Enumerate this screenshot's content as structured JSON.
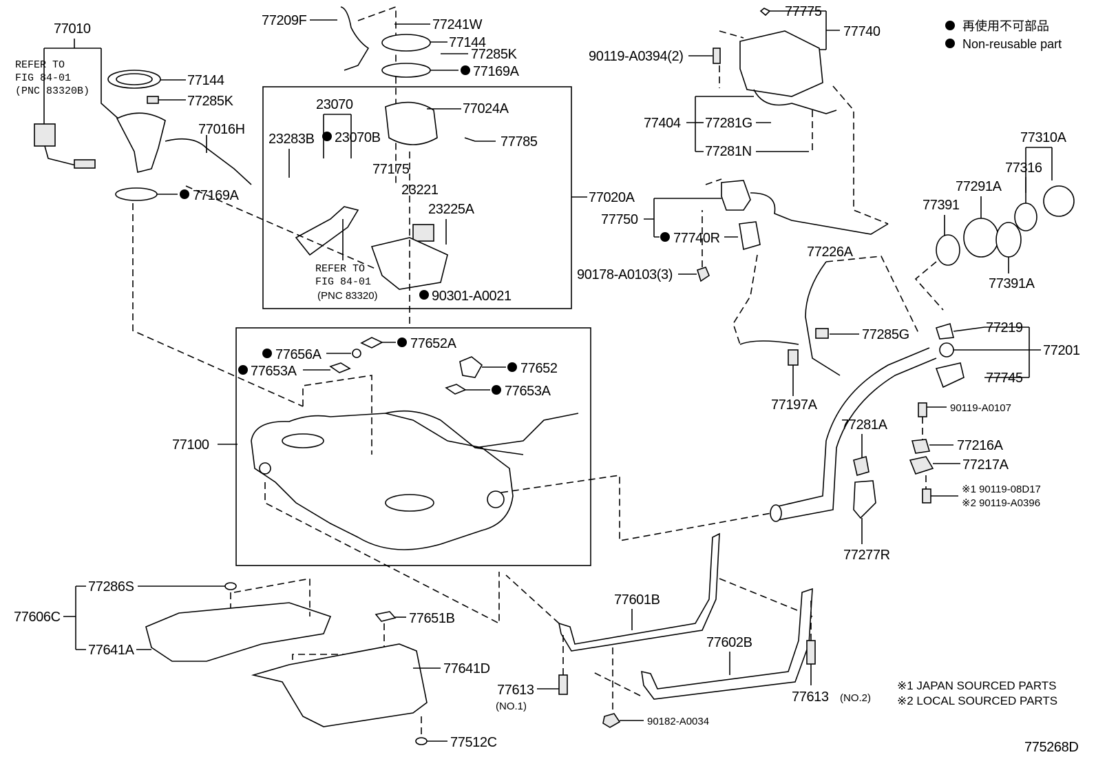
{
  "legend": {
    "line1": "再使用不可部品",
    "line2": "Non-reusable part"
  },
  "labels": {
    "p77010": "77010",
    "refer1_a": "REFER TO",
    "refer1_b": "FIG 84-01",
    "refer1_c": "(PNC 83320B)",
    "p77144_left": "77144",
    "p77285K_left": "77285K",
    "p77016H": "77016H",
    "p77169A_left": "77169A",
    "p77209F": "77209F",
    "p77241W": "77241W",
    "p77144_top": "77144",
    "p77285K_top": "77285K",
    "p77169A_top": "77169A",
    "p23070": "23070",
    "p77024A": "77024A",
    "p23283B": "23283B",
    "p23070B": "23070B",
    "p77785": "77785",
    "p77175": "77175",
    "p23221": "23221",
    "p23225A": "23225A",
    "p77020A": "77020A",
    "refer2_a": "REFER TO",
    "refer2_b": "FIG 84-01",
    "refer2_c": "(PNC 83320)",
    "p90301": "90301-A0021",
    "p77656A": "77656A",
    "p77652A": "77652A",
    "p77653A_left": "77653A",
    "p77652": "77652",
    "p77653A_right": "77653A",
    "p77100": "77100",
    "p77775": "77775",
    "p77740": "77740",
    "p90119_A0394": "90119-A0394(2)",
    "p77404": "77404",
    "p77281G": "77281G",
    "p77281N": "77281N",
    "p77750": "77750",
    "p77740R": "77740R",
    "p90178": "90178-A0103(3)",
    "p77226A": "77226A",
    "p77285G": "77285G",
    "p77197A": "77197A",
    "p77310A": "77310A",
    "p77316": "77316",
    "p77291A": "77291A",
    "p77391": "77391",
    "p77391A": "77391A",
    "p77219": "77219",
    "p77201": "77201",
    "p77745": "77745",
    "p90119_A0107": "90119-A0107",
    "p77216A": "77216A",
    "p77217A": "77217A",
    "p90119_08D17": "※1 90119-08D17",
    "p90119_A0396": "※2 90119-A0396",
    "p77281A": "77281A",
    "p77277R": "77277R",
    "p77286S": "77286S",
    "p77606C": "77606C",
    "p77641A": "77641A",
    "p77651B": "77651B",
    "p77641D": "77641D",
    "p77512C": "77512C",
    "p77601B": "77601B",
    "p77602B": "77602B",
    "p77613_1": "77613",
    "p77613_1_sub": "(NO.1)",
    "p77613_2": "77613",
    "p77613_2_sub": "(NO.2)",
    "p90182": "90182-A0034"
  },
  "footnotes": {
    "note1": "※1  JAPAN SOURCED PARTS",
    "note2": "※2  LOCAL SOURCED PARTS"
  },
  "figure_id": "775268D"
}
